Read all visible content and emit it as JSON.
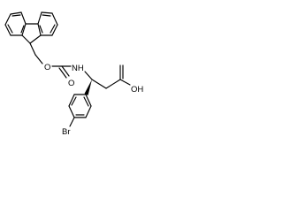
{
  "molecule": {
    "labels": {
      "ester_oxygen": "O",
      "carbonyl_oxygen": "O",
      "amine": "NH",
      "hydroxyl": "OH",
      "halogen": "Br"
    },
    "stereo_bond": "bold-wedge",
    "colors": {
      "bond": "#000000",
      "text": "#000000",
      "background": "#ffffff"
    }
  }
}
